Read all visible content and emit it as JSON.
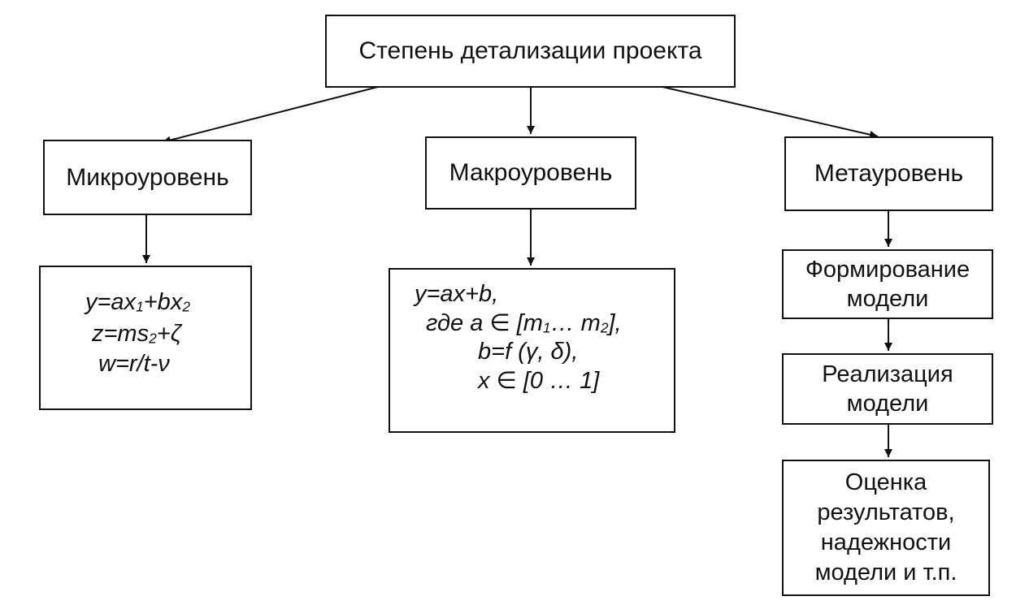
{
  "root": {
    "label": "Степень детализации проекта"
  },
  "levels": {
    "micro": {
      "label": "Микроуровень"
    },
    "macro": {
      "label": "Макроуровень"
    },
    "meta": {
      "label": "Метауровень"
    }
  },
  "micro_formulas": {
    "line1": {
      "a": "y=ax",
      "s1": "1",
      "b": "+bx",
      "s2": "2"
    },
    "line2": {
      "a": "z=ms",
      "s1": "2",
      "b": "+ζ"
    },
    "line3": "w=r/t-ν"
  },
  "macro_formulas": {
    "line1": "y=ax+b,",
    "line2": {
      "a": "где a ∈ [m",
      "s1": "1",
      "b": "… m",
      "s2": "2",
      "c": "],"
    },
    "line3": "b=f (γ, δ),",
    "line4": "x ∈ [0 … 1]"
  },
  "meta_steps": [
    {
      "lines": [
        "Формирование",
        "модели"
      ]
    },
    {
      "lines": [
        "Реализация",
        "модели"
      ]
    },
    {
      "lines": [
        "Оценка",
        "результатов,",
        "надежности",
        "модели и т.п."
      ]
    }
  ]
}
